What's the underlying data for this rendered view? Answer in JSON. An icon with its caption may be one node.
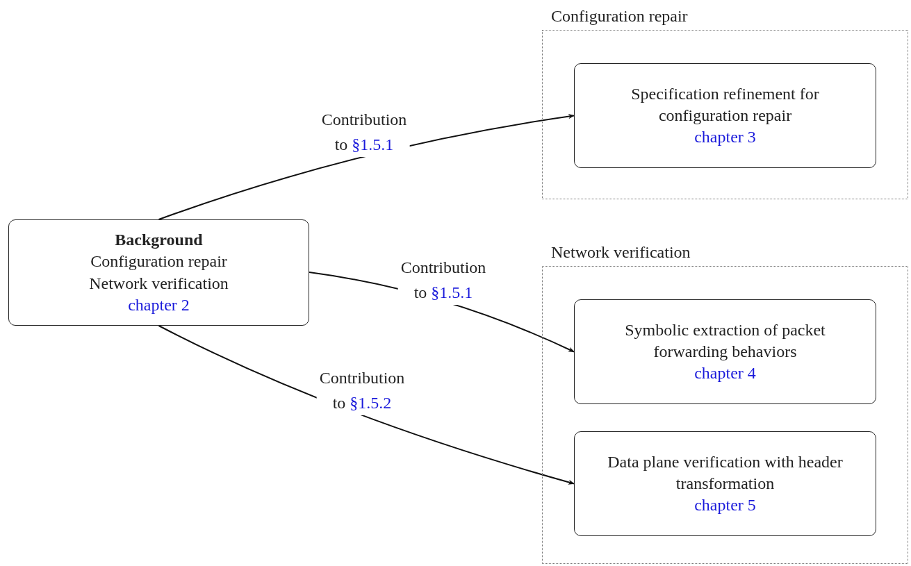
{
  "diagram": {
    "nodes": [
      {
        "text": [
          "Configuration repair"
        ]
      },
      {
        "text": [
          "Specification refinement for configuration repair",
          "chapter 3"
        ],
        "in": 0
      },
      {
        "text": [
          "Network verification"
        ]
      },
      {
        "text": [
          "Symbolic extraction of packet forwarding behaviors",
          "chapter 4"
        ],
        "in": 2
      },
      {
        "text": [
          "Data plane verification with header transformation",
          "chapter 5"
        ],
        "in": 2
      },
      {
        "text": [
          "Background",
          "Configuration repair",
          "Network verification",
          "chapter 2"
        ]
      }
    ],
    "edges": [
      {
        "from": 5,
        "to": 1,
        "arrow": "to",
        "label": "Contribution to §1.5.1"
      },
      {
        "from": 5,
        "to": 3,
        "arrow": "to",
        "label": "Contribution to §1.5.1"
      },
      {
        "from": 5,
        "to": 4,
        "arrow": "to",
        "label": "Contribution to §1.5.2"
      }
    ]
  }
}
